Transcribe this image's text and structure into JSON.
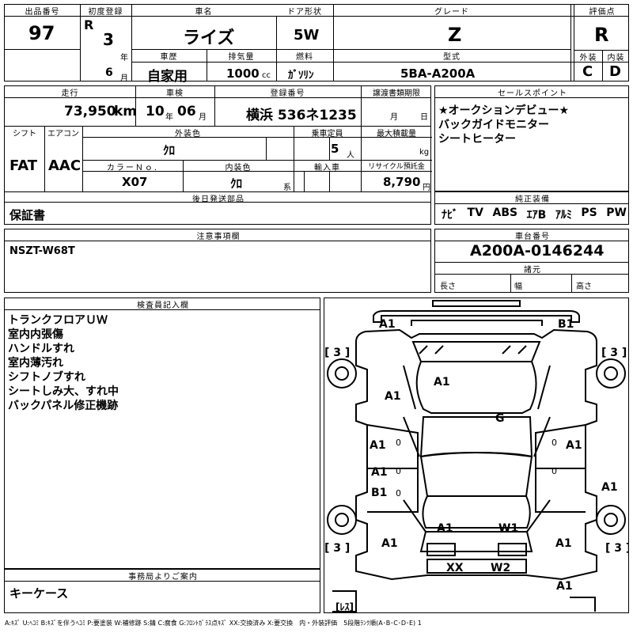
{
  "lot": {
    "label": "出品番号",
    "value": "97"
  },
  "first_reg": {
    "label": "初度登録",
    "era": "R",
    "year": "3",
    "year_unit": "年",
    "month": "6",
    "month_unit": "月"
  },
  "car_name": {
    "label": "車名",
    "value": "ライズ"
  },
  "doors": {
    "label": "ドア形状",
    "value": "5W"
  },
  "grade": {
    "label": "グレード",
    "value": "Z"
  },
  "score": {
    "label": "評価点",
    "value": "R"
  },
  "history": {
    "label": "車歴",
    "value": "自家用"
  },
  "displacement": {
    "label": "排気量",
    "value": "1000",
    "unit": "cc"
  },
  "fuel": {
    "label": "燃料",
    "value": "ｶﾞｿﾘﾝ"
  },
  "model_code": {
    "label": "型式",
    "value": "5BA-A200A"
  },
  "exterior_grade": {
    "label": "外装",
    "value": "C"
  },
  "interior_grade": {
    "label": "内装",
    "value": "D"
  },
  "mileage": {
    "label": "走行",
    "value": "73,950",
    "unit": "km"
  },
  "inspection": {
    "label": "車検",
    "year": "10",
    "year_unit": "年",
    "month": "06",
    "month_unit": "月"
  },
  "reg_number": {
    "label": "登録番号",
    "value": "横浜 536ネ1235"
  },
  "transfer_period": {
    "label": "譲渡書類期限",
    "month_unit": "月",
    "day_unit": "日"
  },
  "shift": {
    "label": "シフト",
    "value": "FAT"
  },
  "aircon": {
    "label": "エアコン",
    "value": "AAC"
  },
  "ext_color": {
    "label": "外装色",
    "value": "ｸﾛ"
  },
  "capacity": {
    "label": "乗車定員",
    "value": "5",
    "unit": "人"
  },
  "max_load": {
    "label": "最大積載量",
    "unit": "kg"
  },
  "color_no": {
    "label": "カラーＮｏ.",
    "value": "X07"
  },
  "int_color": {
    "label": "内装色",
    "value": "ｸﾛ",
    "unit": "系"
  },
  "import": {
    "label": "輸入車"
  },
  "recycle": {
    "label": "リサイクル預託金",
    "value": "8,790",
    "unit": "円"
  },
  "sales_points": {
    "label": "セールスポイント",
    "items": [
      "★オークションデビュー★",
      "バックガイドモニター",
      "シートヒーター"
    ]
  },
  "docs": {
    "label": "後日発送部品",
    "value": "保証書"
  },
  "equipment": {
    "label": "純正装備",
    "items": [
      "ﾅﾋﾞ",
      "TV",
      "ABS",
      "ｴｱB",
      "ｱﾙﾐ",
      "PS",
      "PW"
    ]
  },
  "notes": {
    "label": "注意事項欄",
    "value": "NSZT-W68T"
  },
  "chassis": {
    "label": "車台番号",
    "value": "A200A-0146244"
  },
  "dims": {
    "label": "諸元",
    "length": "長さ",
    "width": "幅",
    "height": "高さ"
  },
  "inspector": {
    "label": "検査員記入欄",
    "items": [
      "トランクフロアＵＷ",
      "室内内張傷",
      "ハンドルすれ",
      "室内薄汚れ",
      "シフトノブすれ",
      "シートしみ大、すれ中",
      "バックパネル修正機跡"
    ]
  },
  "office": {
    "label": "事務局よりご案内",
    "value": "キーケース"
  },
  "legend": "A:ｷｽﾞ U:ﾍｺﾐ B:ｷｽﾞを伴うﾍｺﾐ P:要塗装 W:補修跡 S:錆 C:腐食 G:ﾌﾛﾝﾄｶﾞﾗｽ点ｷｽﾞ XX:交換済み X:要交換　内・外装評価　5段階ﾗﾝｸ順(A･B･C･D･E) 1",
  "diagram": {
    "tire": "[ 3 ]",
    "spare": "[ﾚｽ]",
    "marks": [
      "A1",
      "B1",
      "A1",
      "A1",
      "G",
      "A1",
      "A1",
      "A1",
      "B1",
      "A1",
      "A1",
      "W1",
      "A1",
      "A1",
      "XX",
      "W2",
      "A1"
    ],
    "zeros": [
      "0",
      "0",
      "0",
      "0",
      "0"
    ]
  }
}
